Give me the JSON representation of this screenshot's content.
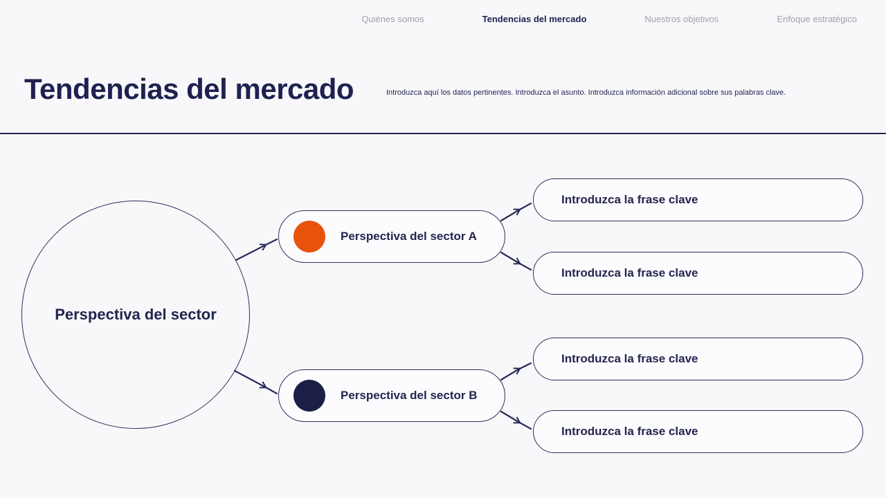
{
  "nav": {
    "items": [
      {
        "label": "Quiénes somos",
        "active": false
      },
      {
        "label": "Tendencias del mercado",
        "active": true
      },
      {
        "label": "Nuestros objetivos",
        "active": false
      },
      {
        "label": "Enfoque estratégico",
        "active": false
      }
    ]
  },
  "header": {
    "title": "Tendencias del mercado",
    "subtitle": "Introduzca aquí los datos pertinentes. Introduzca el asunto. Introduzca información adicional sobre sus palabras clave."
  },
  "diagram": {
    "root_label": "Perspectiva del sector",
    "branches": [
      {
        "label": "Perspectiva del sector A",
        "dot_color": "#E9520D",
        "children": [
          "Introduzca la frase clave",
          "Introduzca la frase clave"
        ]
      },
      {
        "label": "Perspectiva del sector B",
        "dot_color": "#1B1F47",
        "children": [
          "Introduzca la frase clave",
          "Introduzca la frase clave"
        ]
      }
    ]
  },
  "colors": {
    "background": "#F8F8FB",
    "navy_text": "#22254E",
    "stroke": "#2B2E5B",
    "accent_orange": "#E9520D",
    "accent_navy": "#1B1F47",
    "nav_inactive": "#9EA1AC"
  }
}
